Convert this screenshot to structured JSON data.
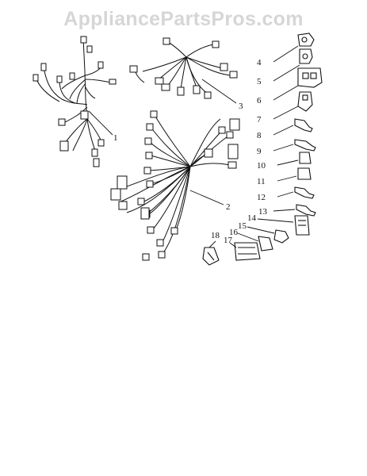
{
  "watermark": "AppliancePartsPros.com",
  "callouts": [
    "1",
    "2",
    "3",
    "4",
    "5",
    "6",
    "7",
    "8",
    "9",
    "10",
    "11",
    "12",
    "13",
    "14",
    "15",
    "16",
    "17",
    "18"
  ],
  "icons": {
    "harness": "wire-harness-icon",
    "connector": "connector-icon",
    "terminal": "terminal-icon"
  },
  "colors": {
    "ink": "#111111",
    "watermark": "#d6d6d6",
    "background": "#ffffff"
  }
}
